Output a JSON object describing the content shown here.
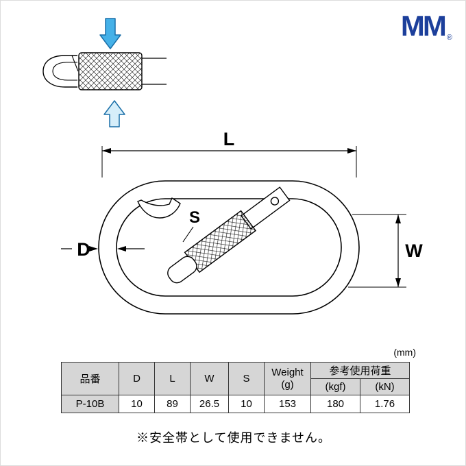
{
  "logo": {
    "text": "MM",
    "registered": "®"
  },
  "dimensions": {
    "l": "L",
    "d": "D",
    "w": "W",
    "s": "S"
  },
  "unit_note": "(mm)",
  "table": {
    "header": {
      "part_no": "品番",
      "d": "D",
      "l": "L",
      "w": "W",
      "s": "S",
      "weight": "Weight",
      "weight_unit": "(g)",
      "load": "参考使用荷重",
      "load_kgf": "(kgf)",
      "load_kn": "(kN)"
    },
    "row": {
      "part_no": "P-10B",
      "d": "10",
      "l": "89",
      "w": "26.5",
      "s": "10",
      "weight": "153",
      "kgf": "180",
      "kn": "1.76"
    }
  },
  "footnote": "※安全帯として使用できません。",
  "colors": {
    "logo_blue": "#1c3f9b",
    "arrow_fill_dark": "#45b1e8",
    "arrow_fill_light": "#d6eefa",
    "arrow_outline": "#1a6fa8",
    "table_header_bg": "#d6d6d6",
    "line": "#000000"
  }
}
